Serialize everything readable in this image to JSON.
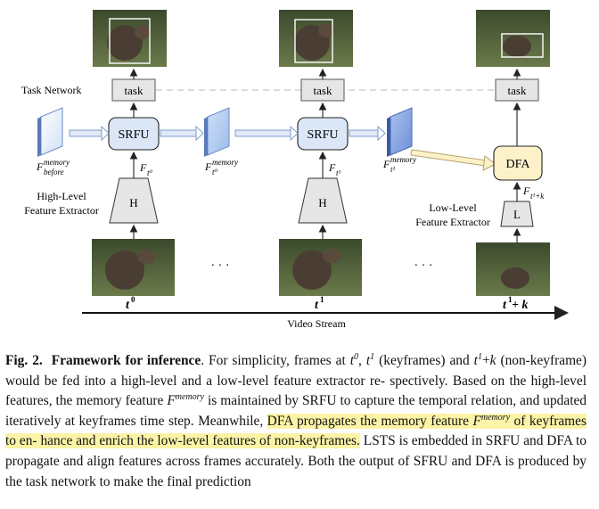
{
  "figure": {
    "task_network_label": "Task Network",
    "task_label": "task",
    "srfu_label": "SRFU",
    "dfa_label": "DFA",
    "h_label": "H",
    "l_label": "L",
    "high_level_label": [
      "High-Level",
      "Feature Extractor"
    ],
    "low_level_label": [
      "Low-Level",
      "Feature Extractor"
    ],
    "video_stream_label": "Video Stream",
    "ellipsis": "· · ·",
    "time_labels": [
      "t",
      "0",
      "t",
      "1",
      "t",
      "1",
      " + k"
    ],
    "feature_labels": {
      "F": "F",
      "memory": "memory",
      "before": "before",
      "t0": "t⁰",
      "t1": "t¹",
      "t1k": "t¹+k"
    }
  },
  "caption": {
    "fig_label": "Fig. 2.",
    "fig_title": "Framework for inference",
    "line1_a": ". For simplicity, frames at ",
    "t": "t",
    "sup0": "0",
    "sup1": "1",
    "line1_b": ", ",
    "line1_c": " (keyframes) and",
    "line2_a": "+",
    "k": "k",
    "line2_b": " (non-keyframe) would be fed into a high-level and a low-level feature extractor re-",
    "line3": "spectively. Based on the high-level features, the memory feature ",
    "F": "F",
    "memory": "memory",
    "line3_b": " is maintained",
    "line4": "by SRFU to capture the temporal relation, and updated iteratively at keyframes time",
    "line5_a": "step. Meanwhile, ",
    "line5_hl_a": "DFA propagates the memory feature ",
    "line5_hl_b": " of keyframes to en-",
    "line6_hl": "hance and enrich the low-level features of non-keyframes.",
    "line6_b": " LSTS is embedded in SRFU",
    "line7": "and DFA to propagate and align features across frames accurately. Both the output of",
    "line8": "SFRU and DFA is produced by the task network to make the final prediction"
  },
  "colors": {
    "box_gray": "#e6e6e6",
    "srfu_blue": "#dbe6f7",
    "dfa_yellow": "#fdf1c9",
    "arrow_blue": "#bcd0ef",
    "highlight": "#fbf3a6"
  }
}
